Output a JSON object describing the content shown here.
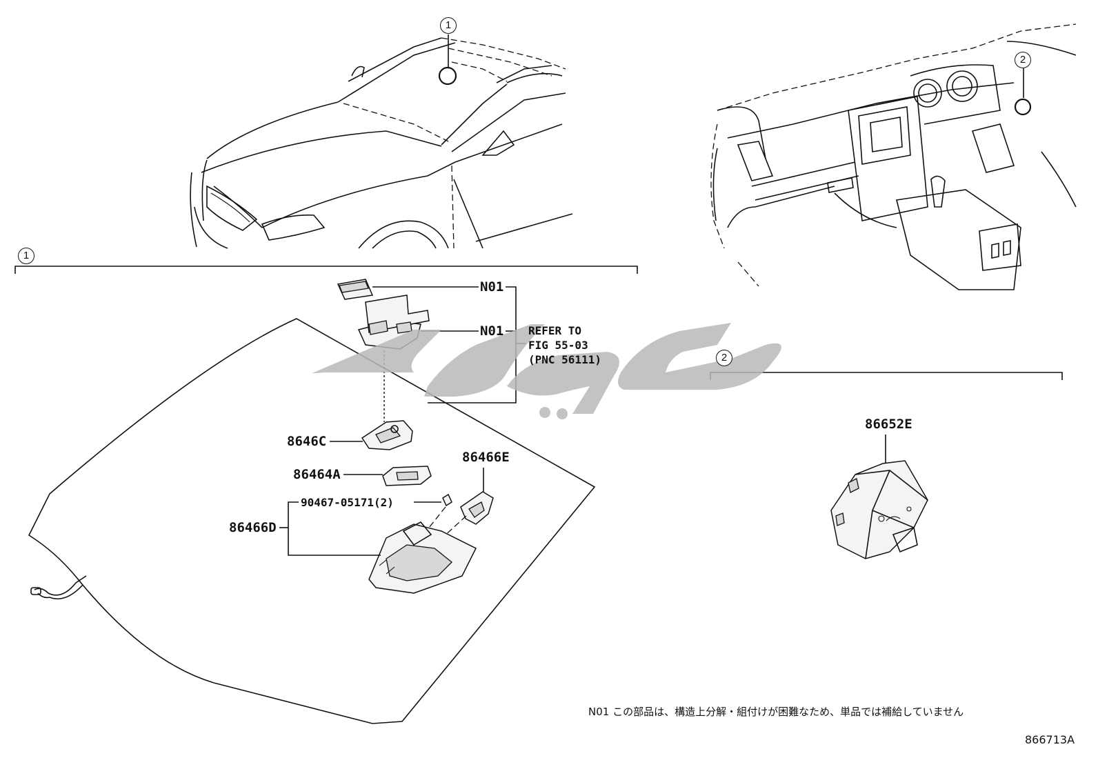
{
  "diagram": {
    "callouts": [
      "1",
      "1",
      "2",
      "2"
    ],
    "parts": {
      "n01_a": "N01",
      "n01_b": "N01",
      "refer_line1": "REFER TO",
      "refer_line2": "FIG 55-03",
      "refer_line3": "(PNC 56111)",
      "p8646c": "8646C",
      "p86464a": "86464A",
      "p86466e": "86466E",
      "p90467": "90467-05171(2)",
      "p86466d": "86466D",
      "p86652e": "86652E"
    },
    "note": "N01 この部品は、構造上分解・組付けが困難なため、単品では補給していません",
    "figure_id": "866713A",
    "colors": {
      "line": "#111111",
      "watermark": "#bdbdbd",
      "background": "#ffffff"
    }
  }
}
